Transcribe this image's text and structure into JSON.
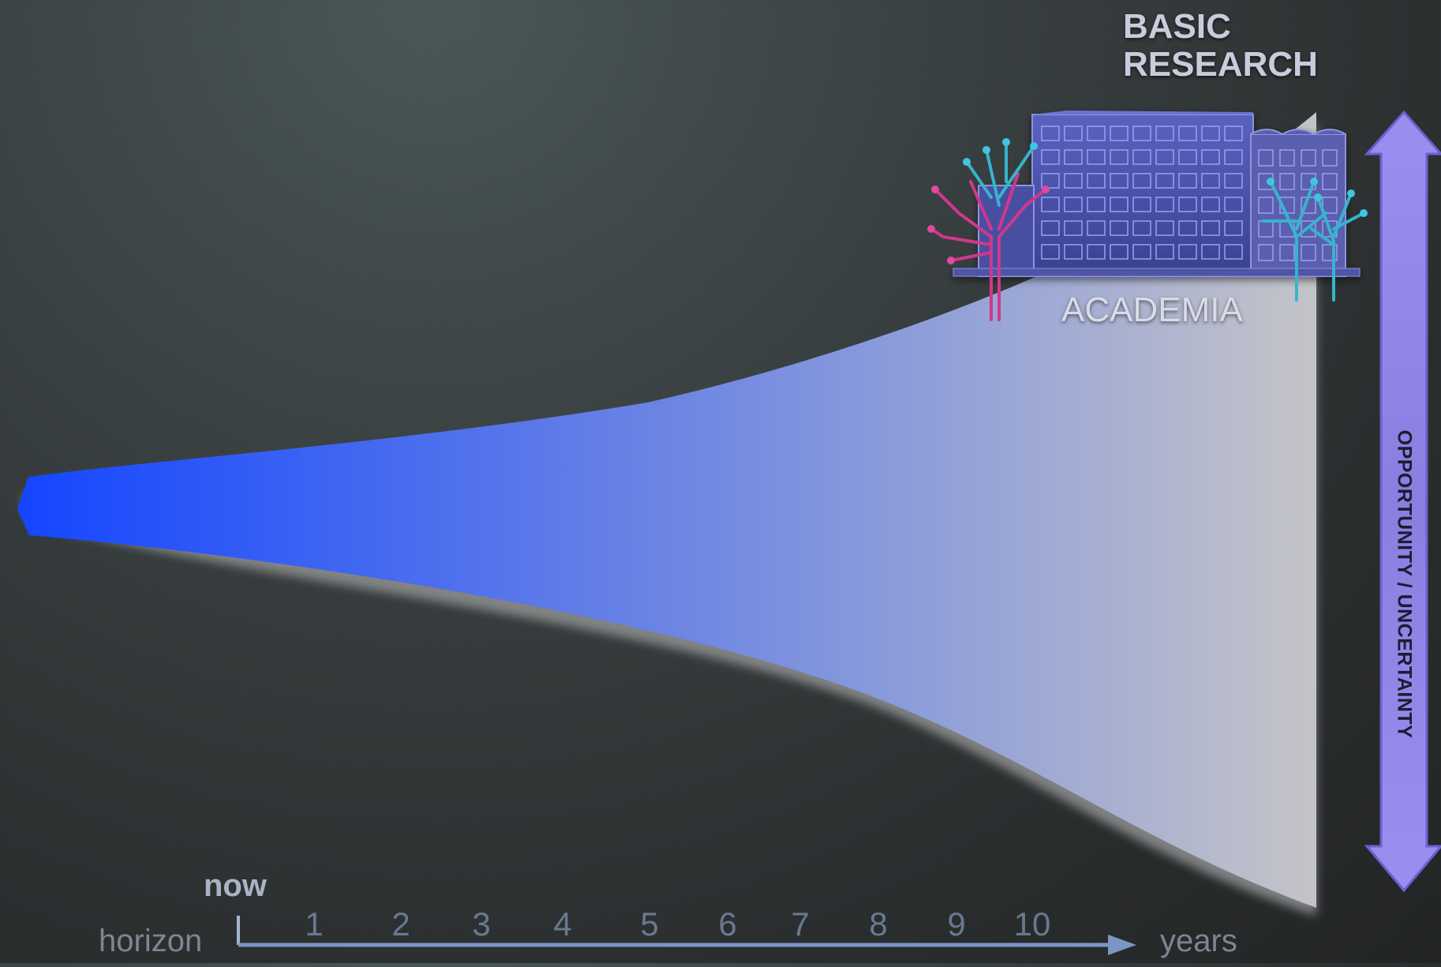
{
  "heading": {
    "line1": "BASIC",
    "line2": "RESEARCH"
  },
  "academia_label": "ACADEMIA",
  "side_arrow_label": "OPPORTUNITY / UNCERTAINTY",
  "timeline": {
    "now_label": "now",
    "start_label": "horizon",
    "end_label": "years",
    "ticks": [
      "1",
      "2",
      "3",
      "4",
      "5",
      "6",
      "7",
      "8",
      "9",
      "10"
    ]
  },
  "colors": {
    "funnel_start": "#1446ff",
    "funnel_end": "#c4c4c8",
    "arrow_fill": "#8a7ee0",
    "axis": "#7b96c4",
    "tick_text": "#6a7890",
    "building": "#4b52a8",
    "tree_pink": "#d0388c",
    "tree_cyan": "#37b4cc"
  },
  "icons": [
    "building-icon",
    "tree-icon"
  ]
}
